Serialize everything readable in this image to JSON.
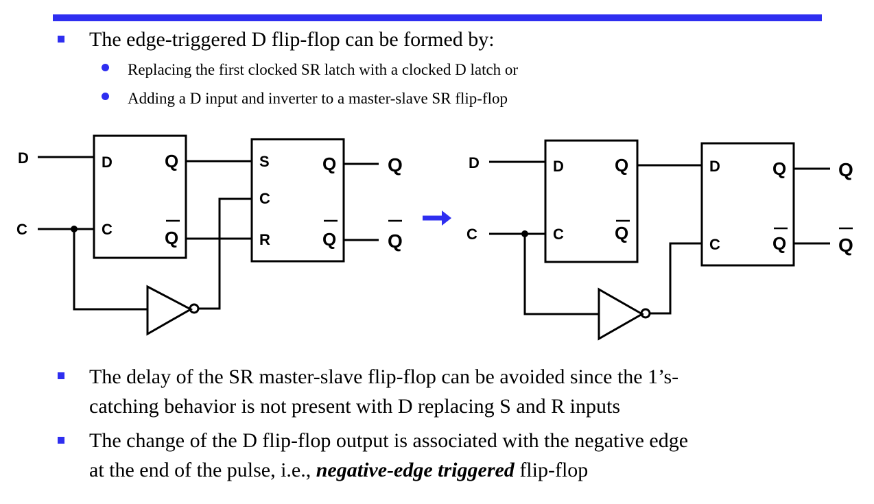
{
  "colors": {
    "accent": "#2e2ef0"
  },
  "bullets": {
    "b1": "The edge-triggered D flip-flop can be formed by:",
    "b1_sub1": "Replacing the first clocked SR latch with a clocked D latch or",
    "b1_sub2": "Adding a D input and inverter to a master-slave SR flip-flop",
    "b2_line1": "The delay of the SR master-slave flip-flop can be avoided since the 1’s-",
    "b2_line2": "catching behavior is not present with D replacing S and R inputs",
    "b3_line1": "The change of the D flip-flop output is associated with the negative edge",
    "b3_line2_pre": "at the end of the pulse, i.e., ",
    "b3_line2_em": "negative-edge triggered",
    "b3_line2_post": " flip-flop"
  },
  "left_circuit": {
    "in_d": "D",
    "in_c": "C",
    "master_d": "D",
    "master_c": "C",
    "master_q": "Q",
    "master_qbar": "Q",
    "slave_s": "S",
    "slave_c": "C",
    "slave_r": "R",
    "slave_q": "Q",
    "slave_qbar": "Q",
    "out_q": "Q",
    "out_qbar": "Q"
  },
  "right_circuit": {
    "in_d": "D",
    "in_c": "C",
    "master_d": "D",
    "master_c": "C",
    "master_q": "Q",
    "master_qbar": "Q",
    "slave_d": "D",
    "slave_c": "C",
    "slave_q": "Q",
    "slave_qbar": "Q",
    "out_q": "Q",
    "out_qbar": "Q"
  }
}
